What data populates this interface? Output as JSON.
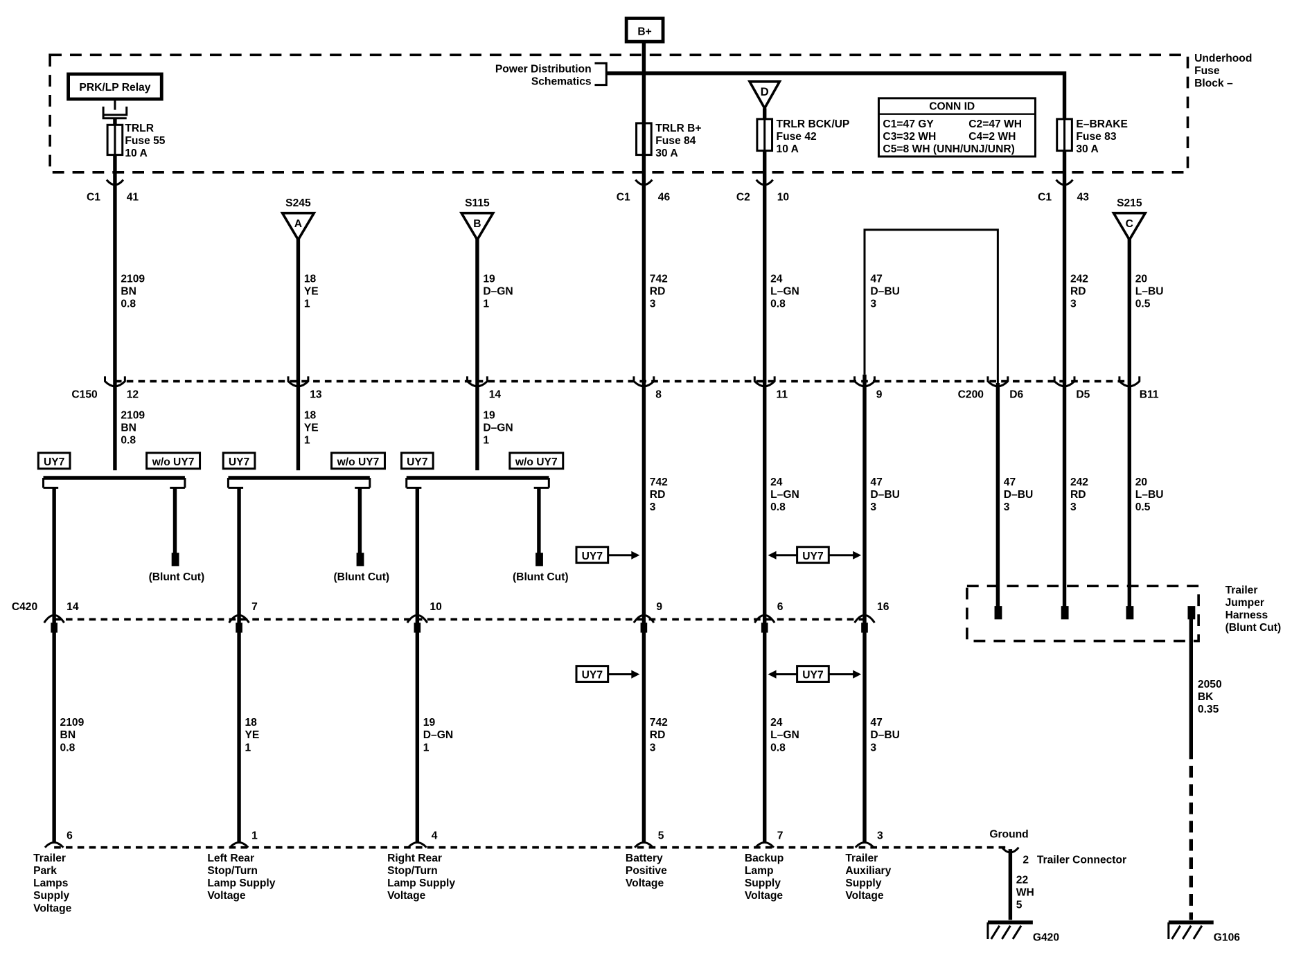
{
  "battery": {
    "label": "B+"
  },
  "fuse_block": {
    "title": [
      "Underhood",
      "Fuse",
      "Block –"
    ]
  },
  "power_dist": [
    "Power Distribution",
    "Schematics"
  ],
  "relay": {
    "label": "PRK/LP Relay"
  },
  "fuses": [
    {
      "name": "TRLR",
      "fuse": "Fuse 55",
      "amp": "10 A"
    },
    {
      "name": "TRLR B+",
      "fuse": "Fuse 84",
      "amp": "30 A"
    },
    {
      "name": "TRLR BCK/UP",
      "fuse": "Fuse 42",
      "amp": "10 A"
    },
    {
      "name": "E–BRAKE",
      "fuse": "Fuse 83",
      "amp": "30 A"
    }
  ],
  "d_marker": "D",
  "conn_id": {
    "title": "CONN ID",
    "rows": [
      [
        "C1=47 GY",
        "C2=47 WH"
      ],
      [
        "C3=32 WH",
        "C4=2 WH"
      ],
      [
        "C5=8 WH (UNH/UNJ/UNR)",
        ""
      ]
    ]
  },
  "top_connectors": [
    {
      "conn": "C1",
      "pin": "41"
    },
    {
      "conn": "C1",
      "pin": "46"
    },
    {
      "conn": "C2",
      "pin": "10"
    },
    {
      "conn": "C1",
      "pin": "43"
    }
  ],
  "splices": [
    {
      "name": "S245",
      "letter": "A"
    },
    {
      "name": "S115",
      "letter": "B"
    },
    {
      "name": "S215",
      "letter": "C"
    }
  ],
  "wires_top": [
    {
      "circuit": "2109",
      "color": "BN",
      "gauge": "0.8"
    },
    {
      "circuit": "18",
      "color": "YE",
      "gauge": "1"
    },
    {
      "circuit": "19",
      "color": "D–GN",
      "gauge": "1"
    },
    {
      "circuit": "742",
      "color": "RD",
      "gauge": "3"
    },
    {
      "circuit": "24",
      "color": "L–GN",
      "gauge": "0.8"
    },
    {
      "circuit": "47",
      "color": "D–BU",
      "gauge": "3"
    },
    {
      "circuit": "242",
      "color": "RD",
      "gauge": "3"
    },
    {
      "circuit": "20",
      "color": "L–BU",
      "gauge": "0.5"
    }
  ],
  "c150": {
    "label": "C150",
    "pins": [
      "12",
      "13",
      "14",
      "8",
      "11",
      "9"
    ]
  },
  "c200": {
    "label": "C200",
    "pins": [
      "D6",
      "D5",
      "B11"
    ]
  },
  "wires_mid": [
    {
      "circuit": "2109",
      "color": "BN",
      "gauge": "0.8"
    },
    {
      "circuit": "18",
      "color": "YE",
      "gauge": "1"
    },
    {
      "circuit": "19",
      "color": "D–GN",
      "gauge": "1"
    },
    {
      "circuit": "742",
      "color": "RD",
      "gauge": "3"
    },
    {
      "circuit": "24",
      "color": "L–GN",
      "gauge": "0.8"
    },
    {
      "circuit": "47",
      "color": "D–BU",
      "gauge": "3"
    },
    {
      "circuit": "47",
      "color": "D–BU",
      "gauge": "3"
    },
    {
      "circuit": "242",
      "color": "RD",
      "gauge": "3"
    },
    {
      "circuit": "20",
      "color": "L–BU",
      "gauge": "0.5"
    }
  ],
  "options": {
    "with": "UY7",
    "without": "w/o UY7",
    "blunt": "(Blunt Cut)"
  },
  "c420": {
    "label": "C420",
    "pins": [
      "14",
      "7",
      "10",
      "9",
      "6",
      "16"
    ]
  },
  "trailer_harness": [
    "Trailer",
    "Jumper",
    "Harness",
    "(Blunt Cut)"
  ],
  "ground_wire": {
    "circuit": "2050",
    "color": "BK",
    "gauge": "0.35"
  },
  "wires_bot": [
    {
      "circuit": "2109",
      "color": "BN",
      "gauge": "0.8"
    },
    {
      "circuit": "18",
      "color": "YE",
      "gauge": "1"
    },
    {
      "circuit": "19",
      "color": "D–GN",
      "gauge": "1"
    },
    {
      "circuit": "742",
      "color": "RD",
      "gauge": "3"
    },
    {
      "circuit": "24",
      "color": "L–GN",
      "gauge": "0.8"
    },
    {
      "circuit": "47",
      "color": "D–BU",
      "gauge": "3"
    }
  ],
  "trailer_connector": {
    "label": "Trailer Connector",
    "pins": [
      "6",
      "1",
      "4",
      "5",
      "7",
      "3"
    ],
    "ground_pin": "2",
    "ground_label": "Ground"
  },
  "outputs": [
    [
      "Trailer",
      "Park",
      "Lamps",
      "Supply",
      "Voltage"
    ],
    [
      "Left Rear",
      "Stop/Turn",
      "Lamp Supply",
      "Voltage"
    ],
    [
      "Right Rear",
      "Stop/Turn",
      "Lamp Supply",
      "Voltage"
    ],
    [
      "Battery",
      "Positive",
      "Voltage"
    ],
    [
      "Backup",
      "Lamp",
      "Supply",
      "Voltage"
    ],
    [
      "Trailer",
      "Auxiliary",
      "Supply",
      "Voltage"
    ]
  ],
  "ground_splice_wire": {
    "circuit": "22",
    "color": "WH",
    "gauge": "5"
  },
  "grounds": [
    "G420",
    "G106"
  ]
}
